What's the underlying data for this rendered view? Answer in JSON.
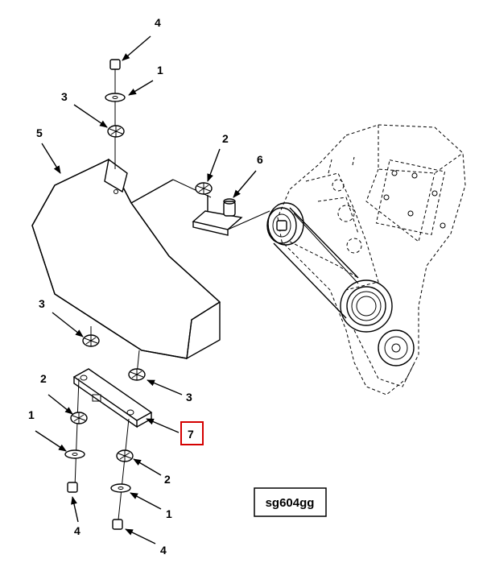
{
  "figure_code": "sg604gg",
  "callouts": {
    "c4_top": "4",
    "c1_top": "1",
    "c3_top": "3",
    "c5": "5",
    "c2_right": "2",
    "c6": "6",
    "c3_left": "3",
    "c3_mid": "3",
    "c2_left": "2",
    "c1_left": "1",
    "c7": "7",
    "c2_bottom": "2",
    "c1_bottom": "1",
    "c4_left": "4",
    "c4_bottom": "4"
  },
  "highlight_color": "#d40000"
}
